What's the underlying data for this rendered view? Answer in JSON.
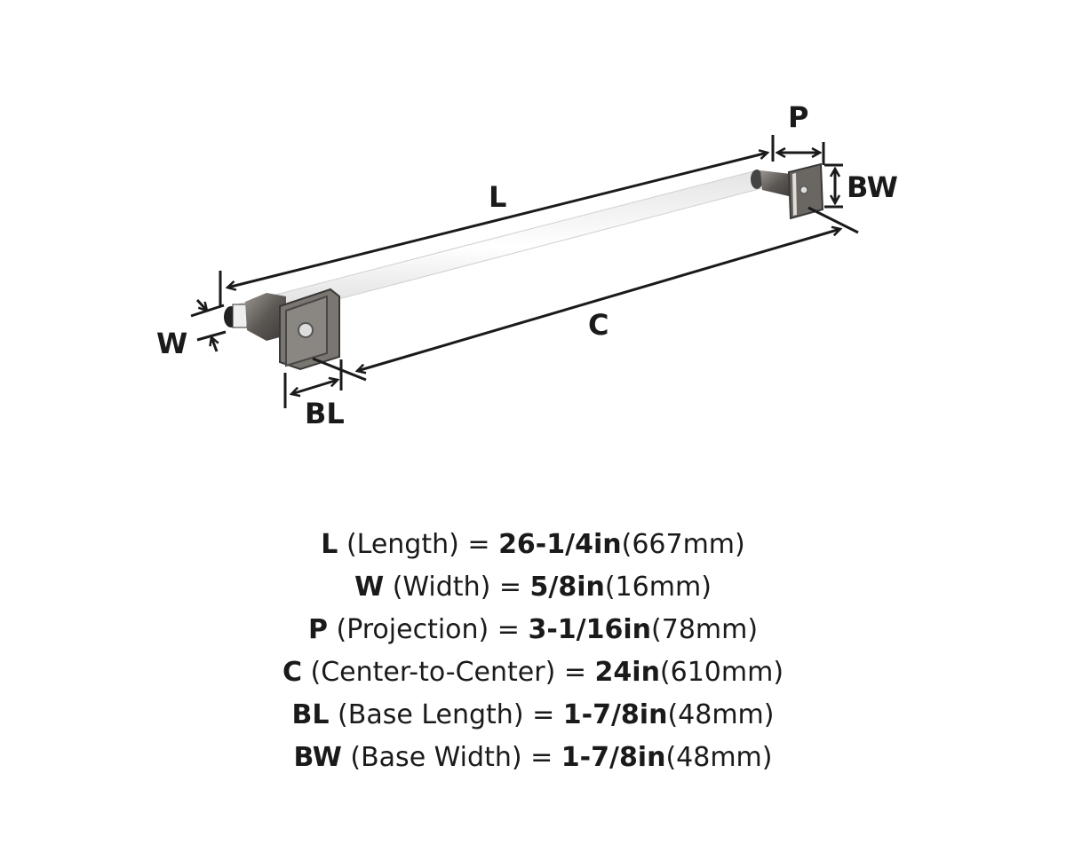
{
  "specs": [
    {
      "key": "L",
      "name": "(Length)",
      "imperial": "26-1/4in",
      "metric": "(667mm)"
    },
    {
      "key": "W",
      "name": "(Width)",
      "imperial": "5/8in",
      "metric": "(16mm)"
    },
    {
      "key": "P",
      "name": "(Projection)",
      "imperial": "3-1/16in",
      "metric": "(78mm)"
    },
    {
      "key": "C",
      "name": "(Center-to-Center)",
      "imperial": "24in",
      "metric": "(610mm)"
    },
    {
      "key": "BL",
      "name": "(Base Length)",
      "imperial": "1-7/8in",
      "metric": "(48mm)"
    },
    {
      "key": "BW",
      "name": "(Base Width)",
      "imperial": "1-7/8in",
      "metric": "(48mm)"
    }
  ],
  "eq": "=",
  "colors": {
    "finish": "#6e6a66",
    "rod": "#f2f2f2",
    "ink": "#1a1a1a"
  }
}
